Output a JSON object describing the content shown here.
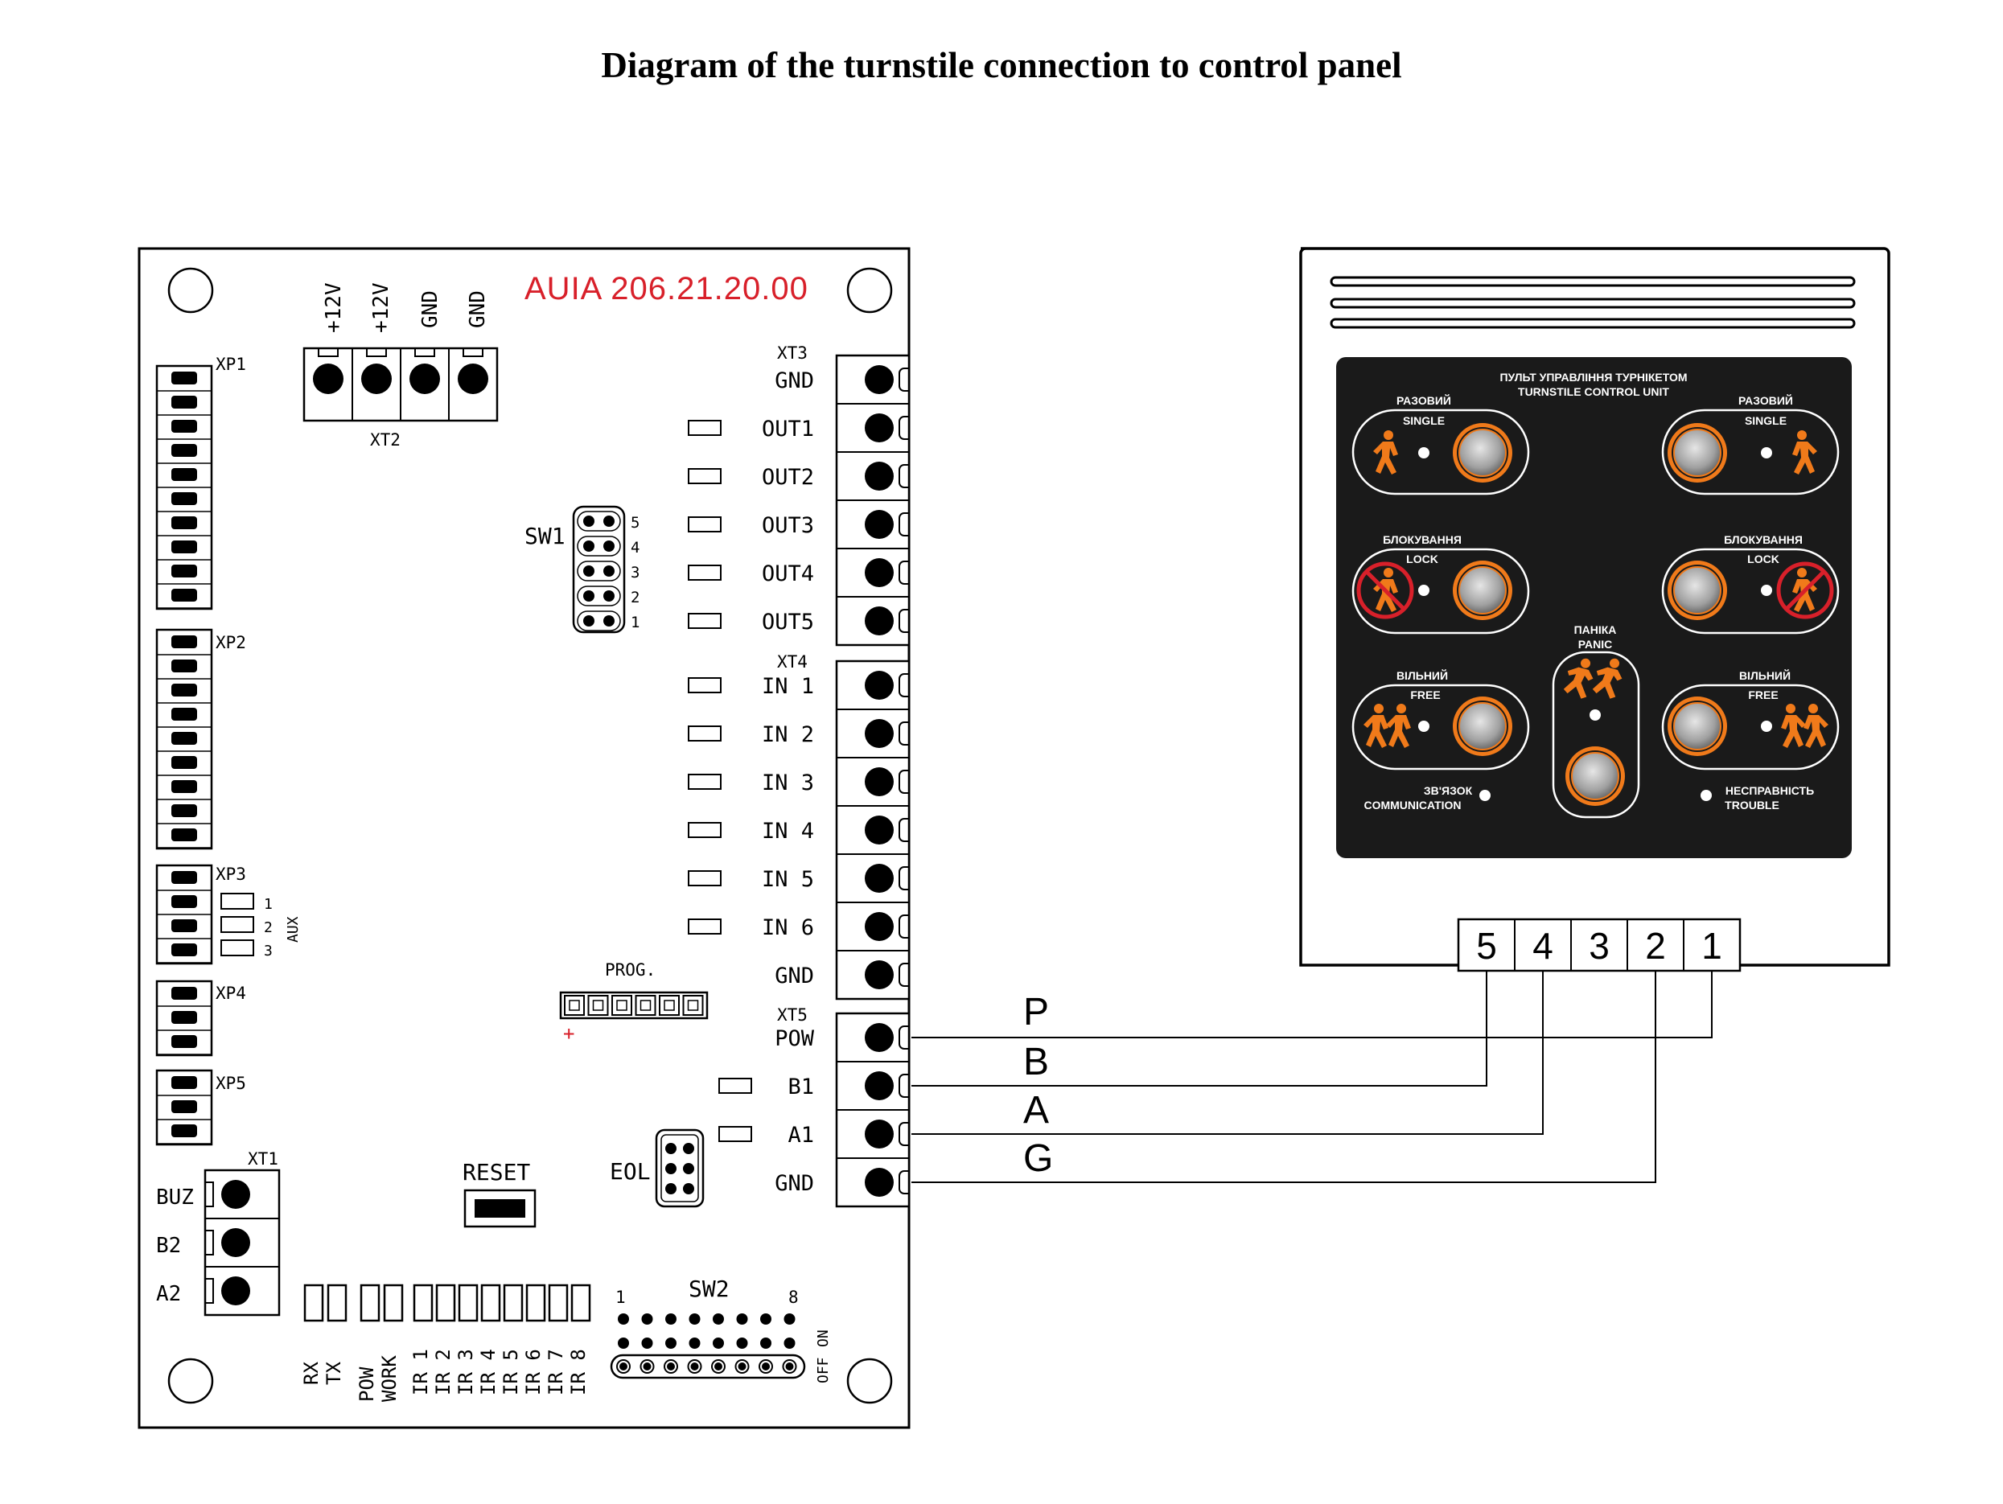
{
  "title": "Diagram of the turnstile connection to control panel",
  "board": {
    "model": "AUIA 206.21.20.00",
    "xt2": {
      "label": "XT2",
      "terminals": [
        "+12V",
        "+12V",
        "GND",
        "GND"
      ]
    },
    "xp_labels": [
      "XP1",
      "XP2",
      "XP3",
      "XP4",
      "XP5"
    ],
    "aux": {
      "label": "AUX",
      "numbers": [
        "1",
        "2",
        "3"
      ]
    },
    "sw1": {
      "label": "SW1",
      "numbers": [
        "5",
        "4",
        "3",
        "2",
        "1"
      ]
    },
    "xt3": {
      "label": "XT3",
      "terminals": [
        "GND",
        "OUT1",
        "OUT2",
        "OUT3",
        "OUT4",
        "OUT5"
      ]
    },
    "xt4": {
      "label": "XT4",
      "terminals": [
        "IN 1",
        "IN 2",
        "IN 3",
        "IN 4",
        "IN 5",
        "IN 6",
        "GND"
      ]
    },
    "xt5": {
      "label": "XT5",
      "terminals": [
        "POW",
        "B1",
        "A1",
        "GND"
      ]
    },
    "prog": {
      "label": "PROG.",
      "plus": "+"
    },
    "eol": "EOL",
    "reset": "RESET",
    "xt1": {
      "label": "XT1",
      "terminals": [
        "BUZ",
        "B2",
        "A2"
      ]
    },
    "leds": [
      "RX",
      "TX",
      "POW",
      "WORK",
      "IR 1",
      "IR 2",
      "IR 3",
      "IR 4",
      "IR 5",
      "IR 6",
      "IR 7",
      "IR 8"
    ],
    "sw2": {
      "label": "SW2",
      "first": "1",
      "last": "8",
      "off": "OFF",
      "on": "ON"
    }
  },
  "panel": {
    "header_ua": "ПУЛЬТ УПРАВЛІННЯ ТУРНІКЕТОМ",
    "header_en": "TURNSTILE CONTROL UNIT",
    "single_ua": "РАЗОВИЙ",
    "single_en": "SINGLE",
    "lock_ua": "БЛОКУВАННЯ",
    "lock_en": "LOCK",
    "free_ua": "ВІЛЬНИЙ",
    "free_en": "FREE",
    "panic_ua": "ПАНІКА",
    "panic_en": "PANIC",
    "comm_ua": "ЗВ'ЯЗОК",
    "comm_en": "COMMUNICATION",
    "trouble_ua": "НЕСПРАВНІСТЬ",
    "trouble_en": "TROUBLE",
    "connector": [
      "5",
      "4",
      "3",
      "2",
      "1"
    ]
  },
  "wires": [
    "P",
    "B",
    "A",
    "G"
  ],
  "colors": {
    "accent_red": "#d8202a",
    "panel_black": "#1a1a1a",
    "indicator_orange": "#f07a1a"
  }
}
